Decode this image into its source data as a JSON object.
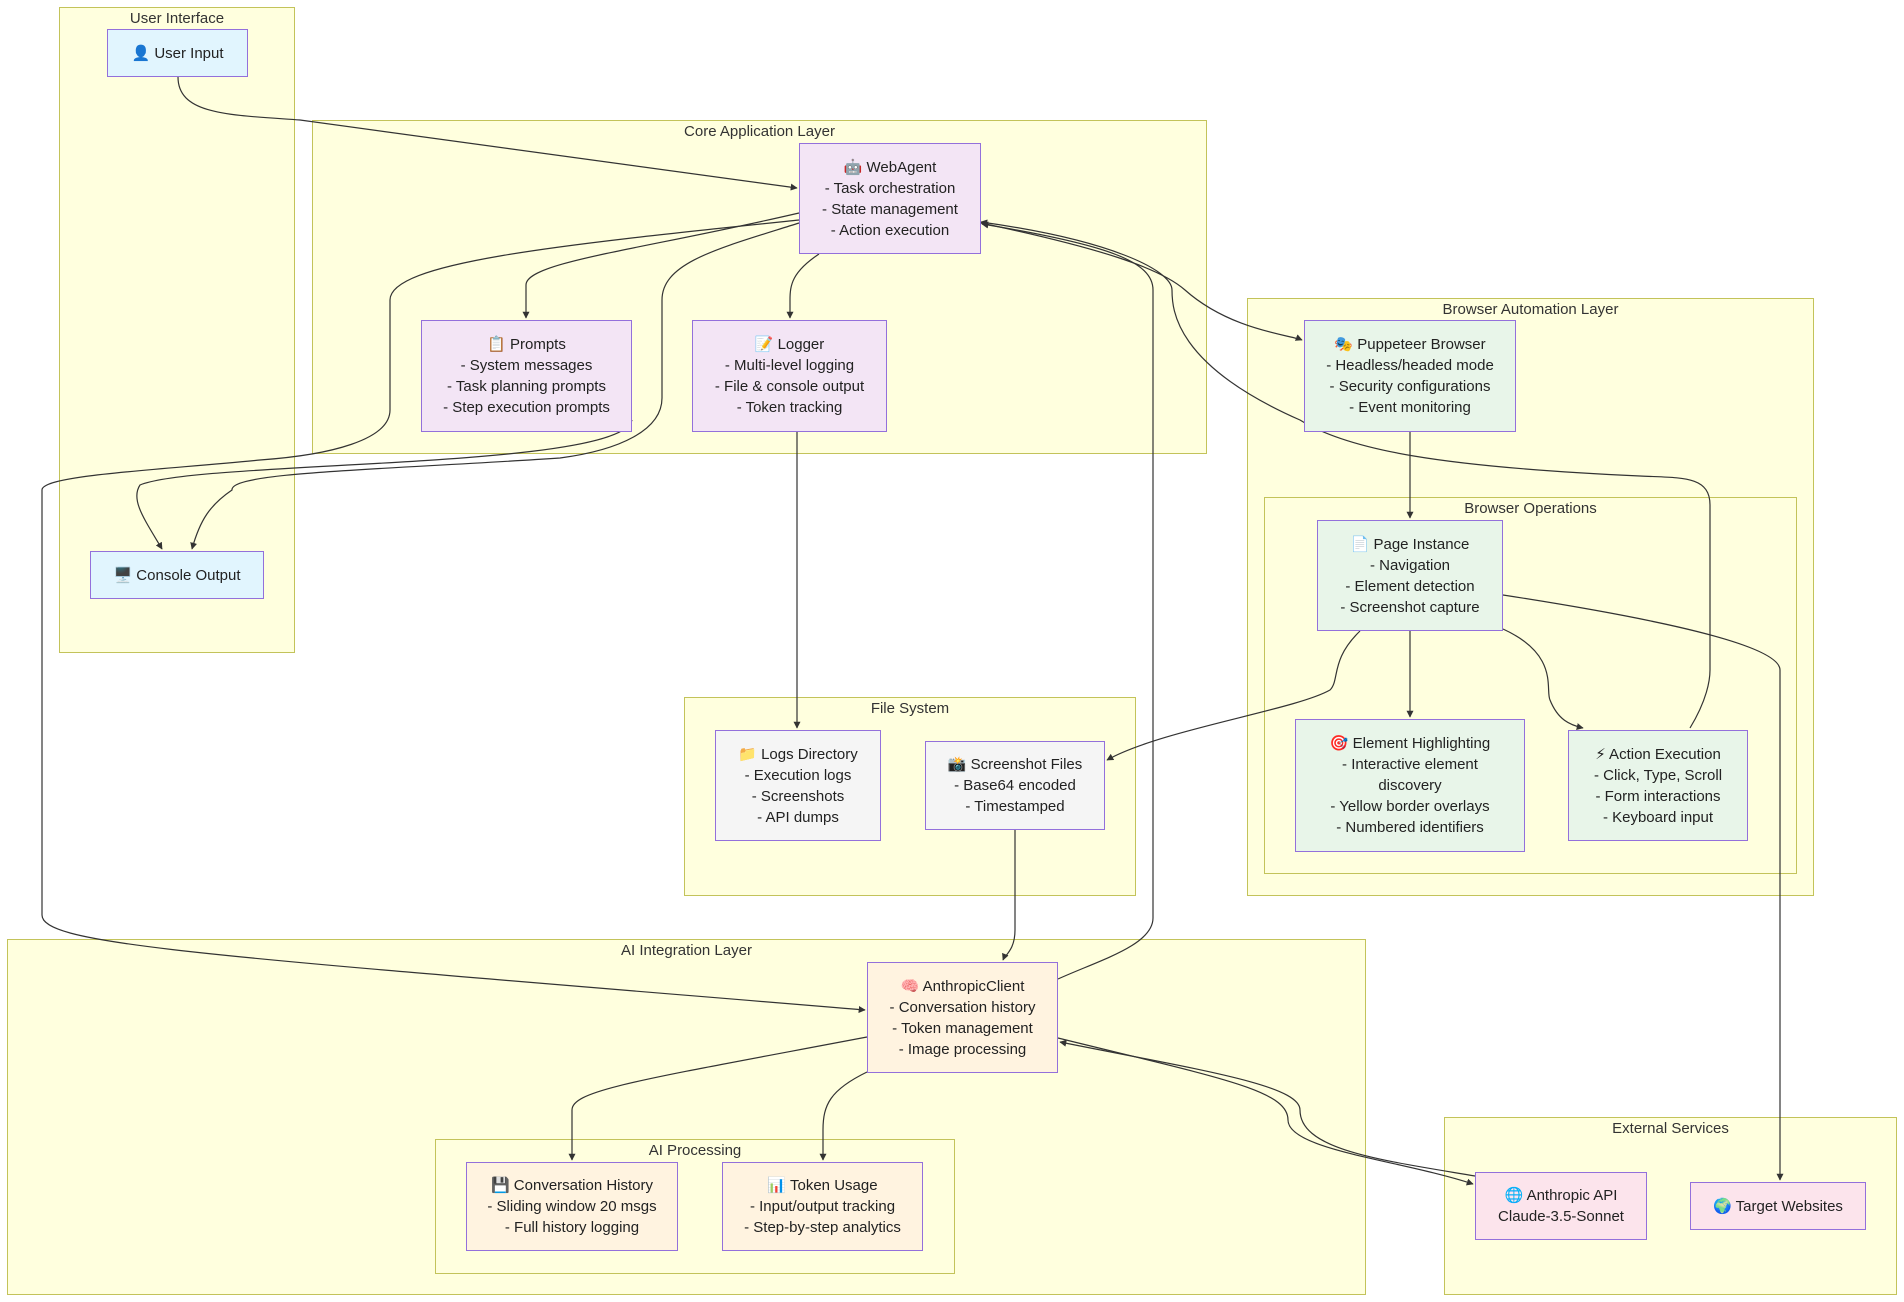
{
  "groups": {
    "ui": "User Interface",
    "core": "Core Application Layer",
    "browser": "Browser Automation Layer",
    "browser_ops": "Browser Operations",
    "fs": "File System",
    "ai": "AI Integration Layer",
    "ai_proc": "AI Processing",
    "ext": "External Services"
  },
  "nodes": {
    "user_input": {
      "title": "👤 User Input",
      "lines": []
    },
    "console_output": {
      "title": "🖥️ Console Output",
      "lines": []
    },
    "webagent": {
      "title": "🤖 WebAgent",
      "lines": [
        "- Task orchestration",
        "- State management",
        "- Action execution"
      ]
    },
    "prompts": {
      "title": "📋 Prompts",
      "lines": [
        "- System messages",
        "- Task planning prompts",
        "- Step execution prompts"
      ]
    },
    "logger": {
      "title": "📝 Logger",
      "lines": [
        "- Multi-level logging",
        "- File & console output",
        "- Token tracking"
      ]
    },
    "puppeteer": {
      "title": "🎭 Puppeteer Browser",
      "lines": [
        "- Headless/headed mode",
        "- Security configurations",
        "- Event monitoring"
      ]
    },
    "page": {
      "title": "📄 Page Instance",
      "lines": [
        "- Navigation",
        "- Element detection",
        "- Screenshot capture"
      ]
    },
    "highlight": {
      "title": "🎯 Element Highlighting",
      "lines": [
        "- Interactive element",
        "discovery",
        "- Yellow border overlays",
        "- Numbered identifiers"
      ]
    },
    "action": {
      "title": "⚡ Action Execution",
      "lines": [
        "- Click, Type, Scroll",
        "- Form interactions",
        "- Keyboard input"
      ]
    },
    "logs_dir": {
      "title": "📁 Logs Directory",
      "lines": [
        "- Execution logs",
        "- Screenshots",
        "- API dumps"
      ]
    },
    "screenshots": {
      "title": "📸 Screenshot Files",
      "lines": [
        "- Base64 encoded",
        "- Timestamped"
      ]
    },
    "anthropic_client": {
      "title": "🧠 AnthropicClient",
      "lines": [
        "- Conversation history",
        "- Token management",
        "- Image processing"
      ]
    },
    "conv_history": {
      "title": "💾 Conversation History",
      "lines": [
        "- Sliding window 20 msgs",
        "- Full history logging"
      ]
    },
    "token_usage": {
      "title": "📊 Token Usage",
      "lines": [
        "- Input/output tracking",
        "- Step-by-step analytics"
      ]
    },
    "anthropic_api": {
      "title": "🌐 Anthropic API",
      "lines": [
        "Claude-3.5-Sonnet"
      ]
    },
    "target_sites": {
      "title": "🌍 Target Websites",
      "lines": []
    }
  },
  "colors": {
    "group_fill": "#ffffde",
    "group_border": "#c3c35a",
    "node_border": "#9370db",
    "ui_fill": "#e1f5fe",
    "core_fill": "#f3e5f5",
    "browser_fill": "#e8f5e9",
    "fs_fill": "#f5f5f5",
    "ai_fill": "#fff3e0",
    "ext_fill": "#fce4ec",
    "edge": "#333333"
  }
}
